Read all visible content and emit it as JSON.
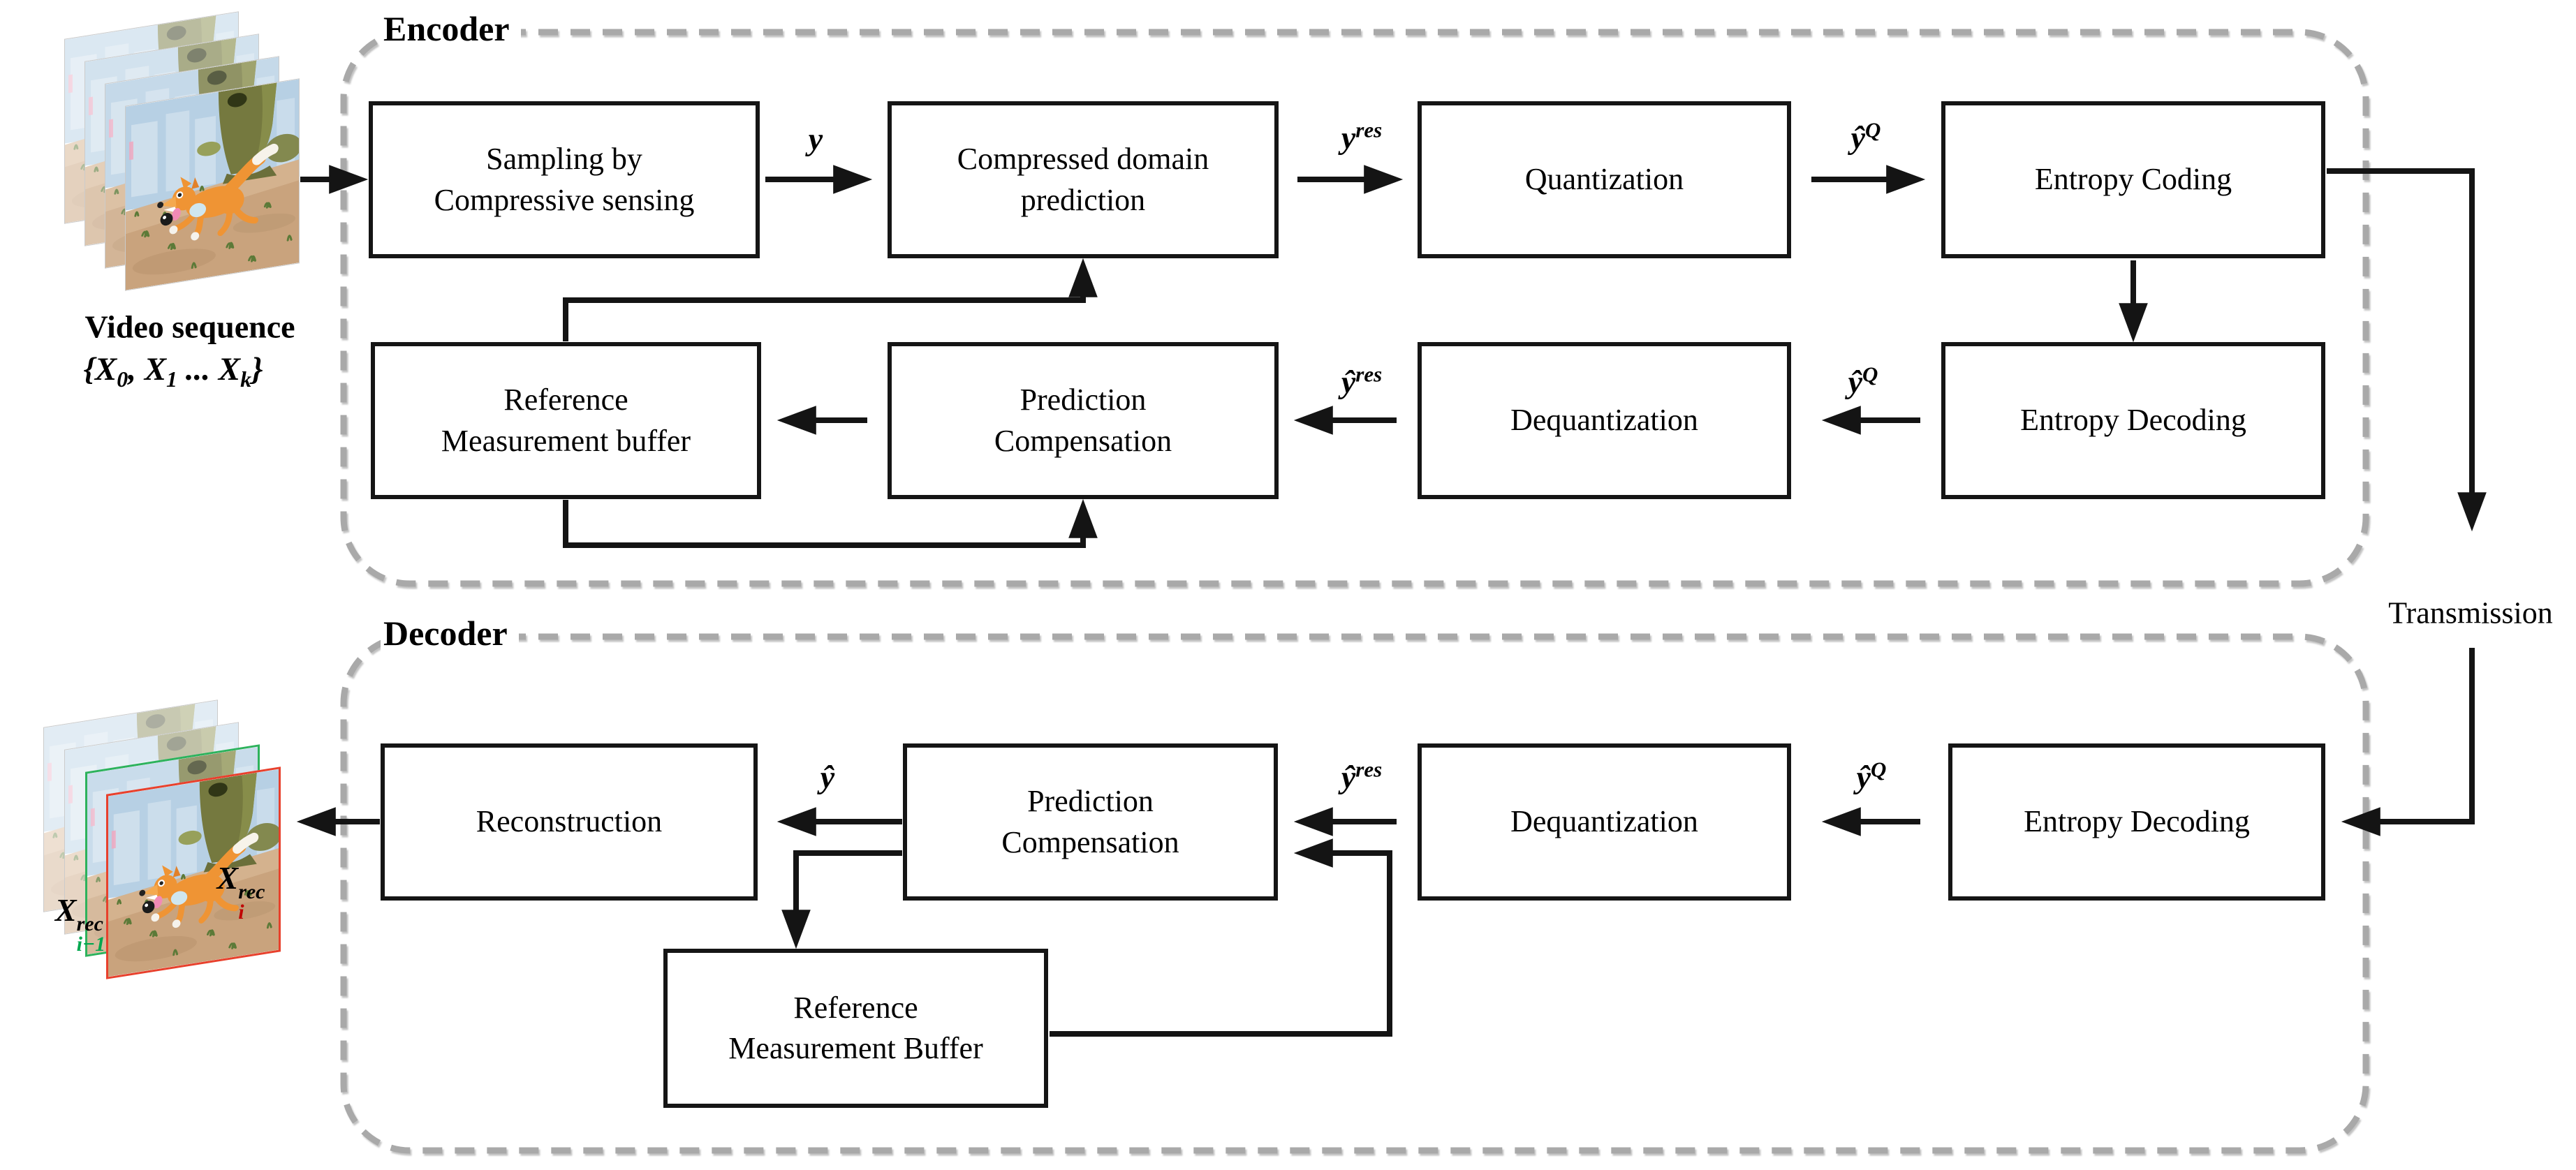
{
  "input": {
    "caption": "Video sequence",
    "sequence": {
      "open": "{",
      "x0": "X",
      "s0": "0",
      "comma": ", ",
      "x1": "X",
      "s1": "1",
      "dots": " ... ",
      "xk": "X",
      "sk": "k",
      "close": "}"
    }
  },
  "encoder": {
    "label": "Encoder",
    "boxes": {
      "sampling": {
        "line1": "Sampling by",
        "line2": "Compressive sensing"
      },
      "prediction": {
        "line1": "Compressed domain",
        "line2": "prediction"
      },
      "quantization": {
        "line1": "Quantization"
      },
      "entropy_coding": {
        "line1": "Entropy Coding"
      },
      "entropy_decoding": {
        "line1": "Entropy Decoding"
      },
      "dequantization": {
        "line1": "Dequantization"
      },
      "prediction_compensation": {
        "line1": "Prediction",
        "line2": "Compensation"
      },
      "reference_buffer": {
        "line1": "Reference",
        "line2": "Measurement buffer"
      }
    },
    "signals": {
      "y": {
        "base": "y",
        "sup": ""
      },
      "y_res": {
        "base": "y",
        "sup": "res"
      },
      "yhat_q_top": {
        "base": "ŷ",
        "sup": "Q"
      },
      "yhat_q_bottom": {
        "base": "ŷ",
        "sup": "Q"
      },
      "yhat_res": {
        "base": "ŷ",
        "sup": "res"
      }
    }
  },
  "transmission": {
    "label": "Transmission"
  },
  "decoder": {
    "label": "Decoder",
    "boxes": {
      "reconstruction": {
        "line1": "Reconstruction"
      },
      "prediction_compensation": {
        "line1": "Prediction",
        "line2": "Compensation"
      },
      "dequantization": {
        "line1": "Dequantization"
      },
      "entropy_decoding": {
        "line1": "Entropy Decoding"
      },
      "reference_buffer": {
        "line1": "Reference",
        "line2": "Measurement Buffer"
      }
    },
    "signals": {
      "yhat": {
        "base": "ŷ",
        "sup": ""
      },
      "yhat_res": {
        "base": "ŷ",
        "sup": "res"
      },
      "yhat_q": {
        "base": "ŷ",
        "sup": "Q"
      }
    }
  },
  "output": {
    "current": {
      "base": "X",
      "sup": "rec",
      "sub": "i"
    },
    "previous": {
      "base": "X",
      "sup": "rec",
      "sub": "i−1"
    }
  },
  "colors": {
    "line": "#141414",
    "dash_gray": "#A9A9A9",
    "accent_green": "#00A74F",
    "accent_red": "#C00000",
    "frame_green": "#2DB25C",
    "frame_red": "#E8402C"
  }
}
